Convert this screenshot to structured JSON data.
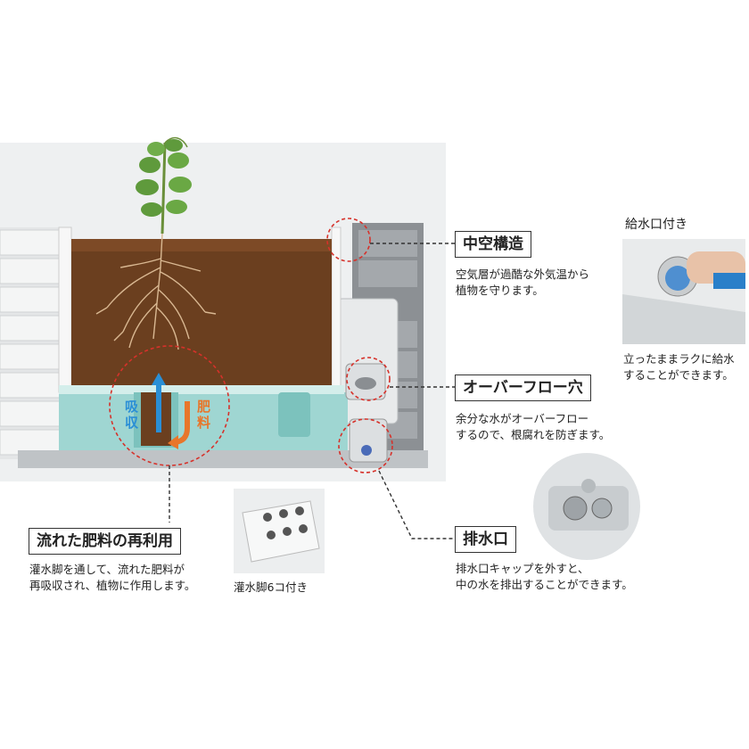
{
  "labels": {
    "hollow": "中空構造",
    "overflow": "オーバーフロー穴",
    "drain": "排水口",
    "reuse": "流れた肥料の再利用"
  },
  "descriptions": {
    "hollow_1": "空気層が過酷な外気温から",
    "hollow_2": "植物を守ります。",
    "overflow_1": "余分な水がオーバーフロー",
    "overflow_2": "するので、根腐れを防ぎます。",
    "drain_1": "排水口キャップを外すと、",
    "drain_2": "中の水を排出することができます。",
    "reuse_1": "灌水脚を通して、流れた肥料が",
    "reuse_2": "再吸収され、植物に作用します。"
  },
  "captions": {
    "water_inlet_title": "給水口付き",
    "water_inlet_1": "立ったままラクに給水",
    "water_inlet_2": "することができます。",
    "legs": "灌水脚6コ付き"
  },
  "arrows": {
    "absorb": "吸収",
    "fertilizer": "肥料"
  },
  "colors": {
    "soil": "#6b3f1f",
    "reservoir": "#9fd6d2",
    "dashed_red": "#d6312a",
    "absorb_arrow": "#2a8fd6",
    "fertilizer_arrow": "#e8762a"
  }
}
